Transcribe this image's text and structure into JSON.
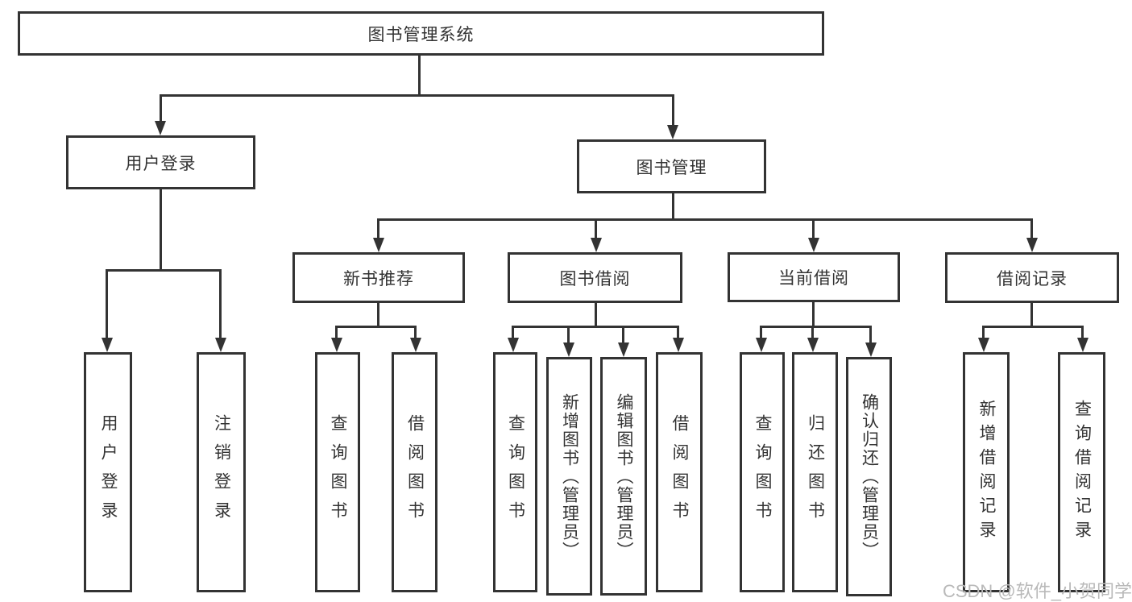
{
  "colors": {
    "line": "#333333",
    "text": "#333333",
    "box_background": "#ffffff",
    "page_background": "#ffffff",
    "watermark": "#b9b9b9"
  },
  "watermark": {
    "text": "CSDN @软件_小贺同学"
  },
  "tree": {
    "label": "图书管理系统",
    "children": [
      {
        "label": "用户登录",
        "children": [
          {
            "label": "用户登录"
          },
          {
            "label": "注销登录"
          }
        ]
      },
      {
        "label": "图书管理",
        "children": [
          {
            "label": "新书推荐",
            "children": [
              {
                "label": "查询图书"
              },
              {
                "label": "借阅图书"
              }
            ]
          },
          {
            "label": "图书借阅",
            "children": [
              {
                "label": "查询图书"
              },
              {
                "label": "新增图书（管理员）"
              },
              {
                "label": "编辑图书（管理员）"
              },
              {
                "label": "借阅图书"
              }
            ]
          },
          {
            "label": "当前借阅",
            "children": [
              {
                "label": "查询图书"
              },
              {
                "label": "归还图书"
              },
              {
                "label": "确认归还（管理员）"
              }
            ]
          },
          {
            "label": "借阅记录",
            "children": [
              {
                "label": "新增借阅记录"
              },
              {
                "label": "查询借阅记录"
              }
            ]
          }
        ]
      }
    ]
  }
}
